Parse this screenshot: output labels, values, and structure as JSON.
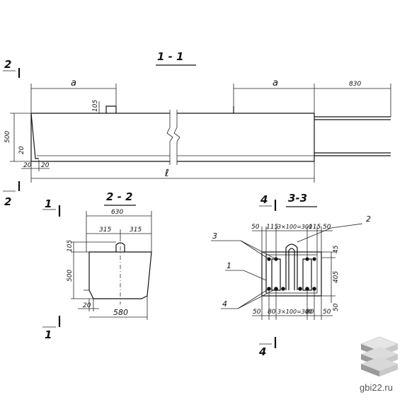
{
  "sections": {
    "s11": "1 - 1",
    "s22": "2 - 2",
    "s33": "3-3"
  },
  "markers": {
    "m2": "2",
    "m1": "1",
    "m4": "4"
  },
  "dims_11": {
    "a_left": "a",
    "a_right": "a",
    "len_830": "830",
    "h105": "105",
    "h500": "500",
    "d20_v": "20",
    "d20_a": "20",
    "d20_b": "20",
    "l": "ℓ"
  },
  "dims_22": {
    "w630": "630",
    "w315a": "315",
    "w315b": "315",
    "h105": "105",
    "h500": "500",
    "d20": "20",
    "w580": "580"
  },
  "dims_33": {
    "top_row": [
      "50",
      "115",
      "3×100=300",
      "115",
      "50"
    ],
    "bottom_row": [
      "50",
      "80",
      "3×100=300",
      "80",
      "50"
    ],
    "r45": "45",
    "r405": "405",
    "r50": "50",
    "lbl1": "1",
    "lbl2": "2",
    "lbl3": "3",
    "lbl4": "4"
  },
  "watermark": "gbi22.ru",
  "colors": {
    "ink": "#111111",
    "logo_light": "#e6e6e6",
    "logo_mid": "#c8c8c8",
    "logo_dark": "#9a9a9a"
  }
}
